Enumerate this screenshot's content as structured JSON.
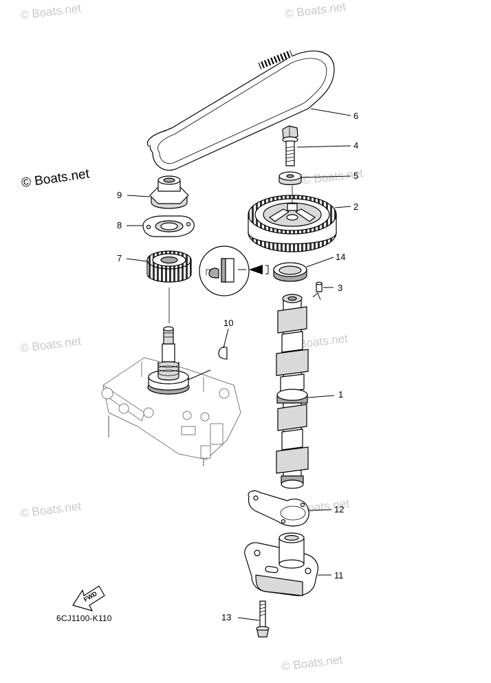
{
  "diagram": {
    "part_code": "6CJ1100-K110",
    "fwd_label": "FWD",
    "watermarks": [
      {
        "text": "© Boats.net",
        "style": "faint"
      },
      {
        "text": "© Boats.net",
        "style": "faint"
      },
      {
        "text": "© Boats.net",
        "style": "strong"
      },
      {
        "text": "© Boats.net",
        "style": "faint"
      },
      {
        "text": "© Boats.net",
        "style": "faint"
      },
      {
        "text": "© Boats.net",
        "style": "faint"
      },
      {
        "text": "© Boats.net",
        "style": "faint"
      },
      {
        "text": "© Boats.net",
        "style": "faint"
      },
      {
        "text": "© Boats.net",
        "style": "faint"
      }
    ],
    "callouts": [
      "1",
      "2",
      "3",
      "4",
      "5",
      "6",
      "7",
      "8",
      "9",
      "10",
      "11",
      "12",
      "13",
      "14"
    ]
  }
}
